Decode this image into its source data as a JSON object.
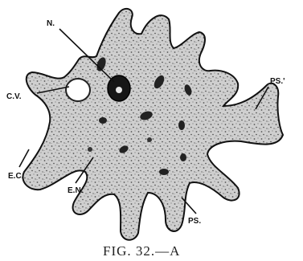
{
  "figure": {
    "labels": {
      "nucleus": "N.",
      "contractile_vacuole": "C.V.",
      "pseudopod_right": "PS.'",
      "ectoplasm": "E.C.",
      "endoplasm": "E.N.",
      "pseudopod_bottom": "PS."
    },
    "caption": "FIG. 32.—A"
  }
}
